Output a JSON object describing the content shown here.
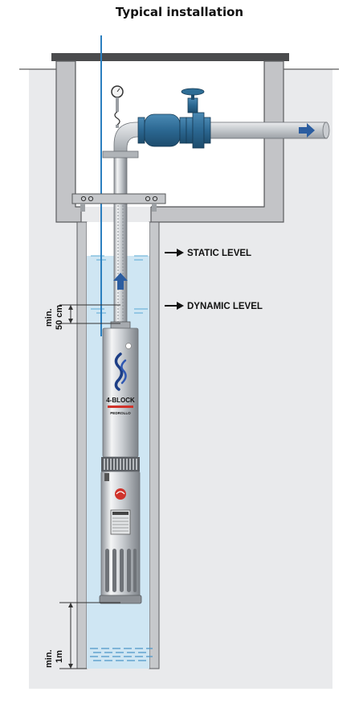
{
  "title": "Typical installation",
  "labels": {
    "static_level": "STATIC LEVEL",
    "dynamic_level": "DYNAMIC LEVEL",
    "min_50cm_line1": "min.",
    "min_50cm_line2": "50 cm",
    "min_1m_line1": "min.",
    "min_1m_line2": "1m"
  },
  "pump_branding": {
    "model": "4-BLOCK",
    "brand": "PEDROLLO"
  },
  "colors": {
    "ground": "#e9eaec",
    "water": "#cfe6f3",
    "water_dark": "#5aa8d6",
    "frame": "#5c5d60",
    "pipe": "#b9bdc2",
    "valve": "#2f6e96",
    "arrow": "#2b5da0",
    "brand_blue": "#1c3e86",
    "brand_red": "#d0332b"
  }
}
